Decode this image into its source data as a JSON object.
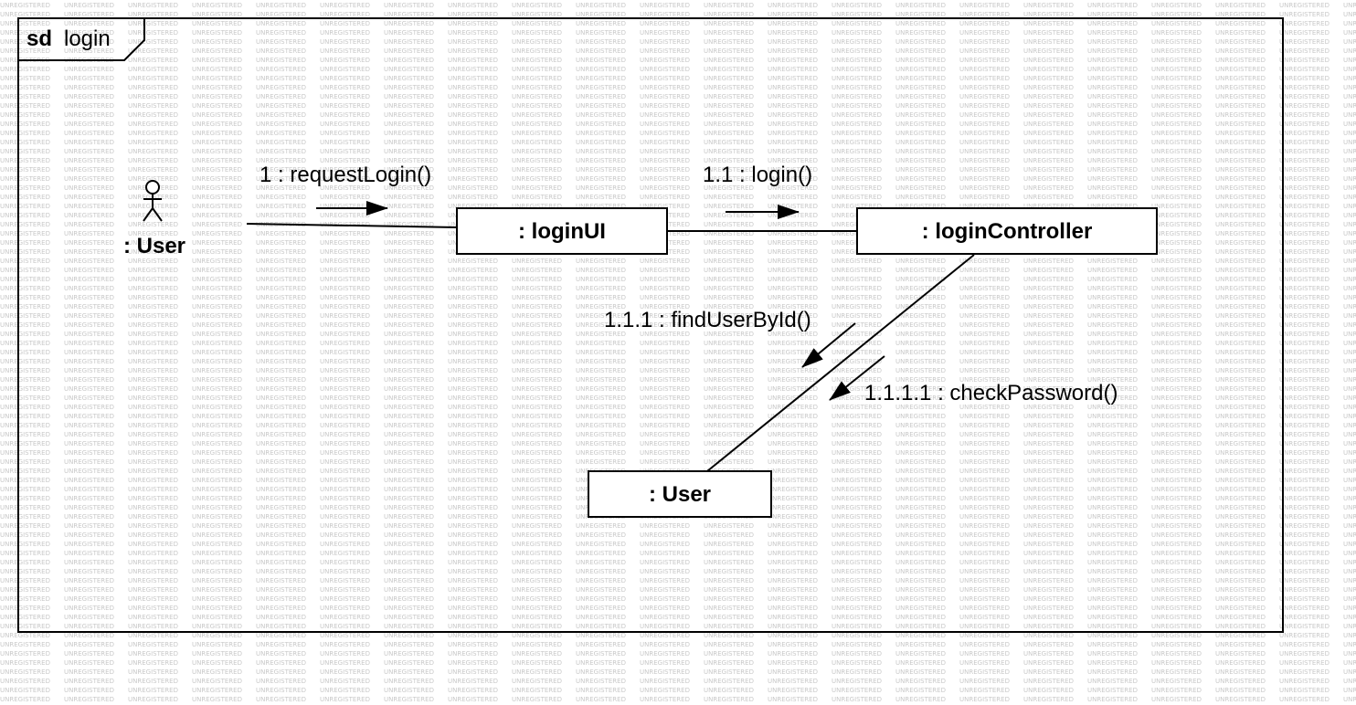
{
  "watermark_text": "UNREGISTERED",
  "frame": {
    "keyword": "sd",
    "name": "login"
  },
  "actor": {
    "label": ": User"
  },
  "lifelines": {
    "login_ui": ": loginUI",
    "login_controller": ": loginController",
    "user": ": User"
  },
  "messages": {
    "m1": "1 : requestLogin()",
    "m1_1": "1.1 : login()",
    "m1_1_1": "1.1.1 : findUserById()",
    "m1_1_1_1": "1.1.1.1 : checkPassword()"
  },
  "colors": {
    "line": "#000000",
    "watermark": "#c8c8c8",
    "background": "#ffffff"
  }
}
